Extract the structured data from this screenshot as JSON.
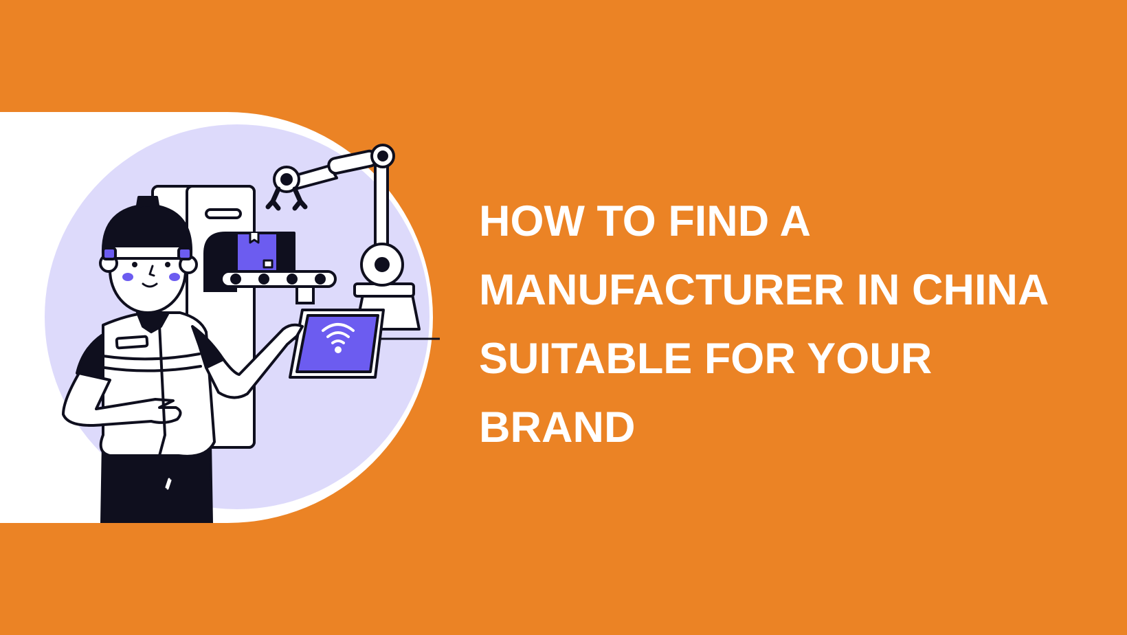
{
  "banner": {
    "headline_lines": [
      "HOW TO FIND A",
      "MANUFACTURER IN CHINA",
      "SUITABLE FOR YOUR",
      "BRAND"
    ]
  },
  "colors": {
    "background": "#EB8325",
    "panel": "#FFFFFF",
    "circle": "#DDDAFB",
    "accent": "#6C5CF0",
    "ink": "#0F0F1E",
    "text": "#FFFFFF"
  },
  "illustration": {
    "icons": [
      "worker-figure",
      "robotic-arm",
      "conveyor-belt",
      "package-box",
      "tablet",
      "wifi-icon"
    ]
  }
}
